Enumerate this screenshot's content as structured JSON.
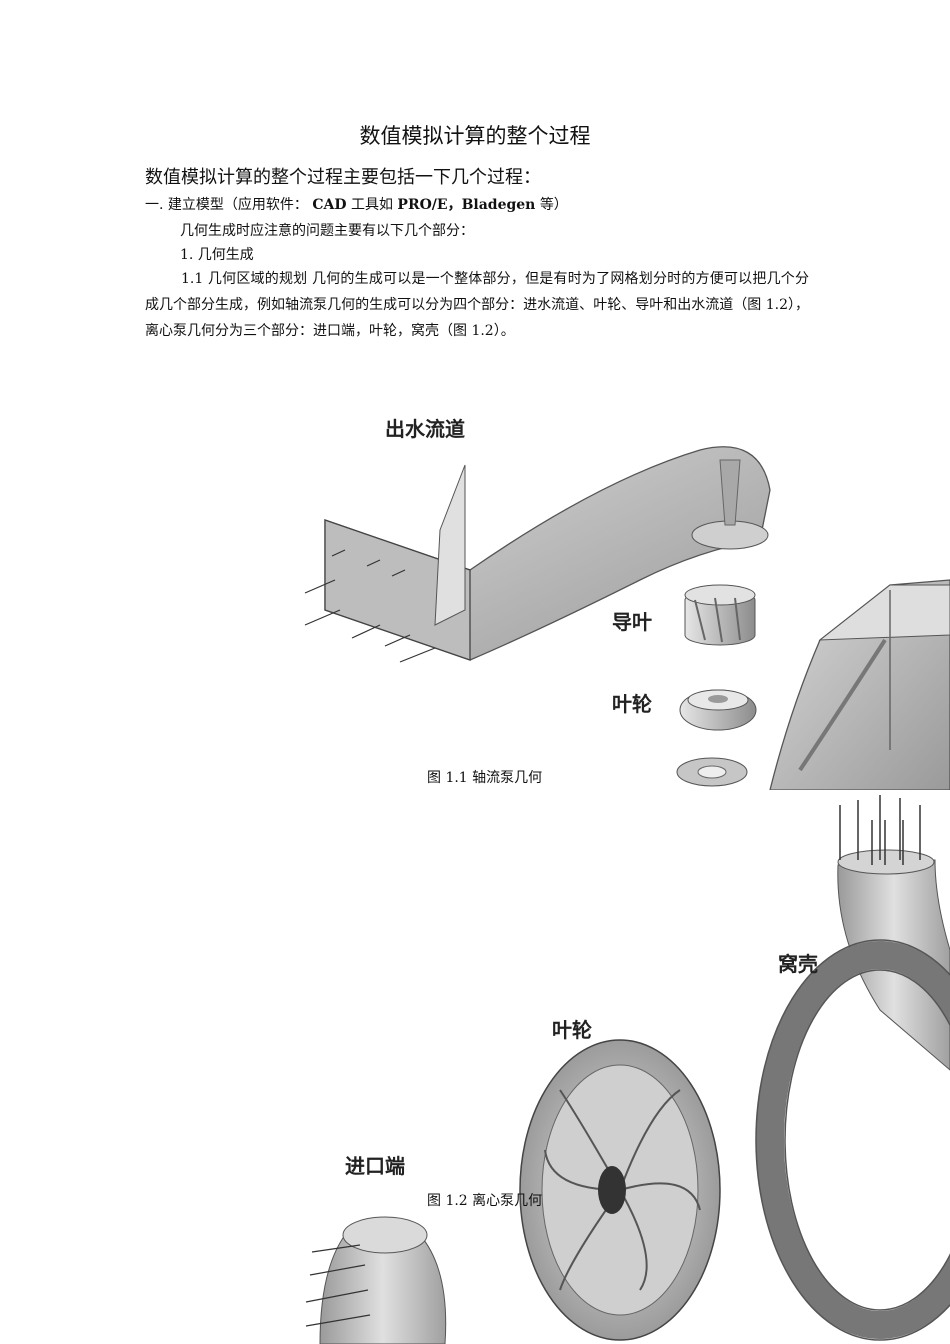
{
  "document": {
    "title": "数值模拟计算的整个过程",
    "intro": "数值模拟计算的整个过程主要包括一下几个过程：",
    "step1_prefix": "一. 建立模型（应用软件：",
    "step1_tools": "CAD",
    "step1_mid": "工具如",
    "step1_tool2": "PRO/E，Bladegen",
    "step1_suffix": "等）",
    "note": "几何生成时应注意的问题主要有以下几个部分：",
    "item1": "1. 几何生成",
    "para": "1.1 几何区域的规划 几何的生成可以是一个整体部分，但是有时为了网格划分时的方便可以把几个分成几个部分生成，例如轴流泵几何的生成可以分为四个部分：进水流道、叶轮、导叶和出水流道（图 1.2），离心泵几何分为三个部分：进口端，叶轮，窝壳（图 1.2）。"
  },
  "figure1": {
    "labels": {
      "outlet": "出水流道",
      "guide_vane": "导叶",
      "impeller": "叶轮"
    },
    "caption": "图 1.1 轴流泵几何"
  },
  "figure2": {
    "labels": {
      "volute": "窝壳",
      "impeller": "叶轮",
      "inlet": "进口端"
    },
    "caption": "图 1.2 离心泵几何"
  },
  "colors": {
    "geometry_fill": "#b9b9b9",
    "geometry_dark": "#7a7a7a",
    "geometry_light": "#dcdcdc"
  }
}
